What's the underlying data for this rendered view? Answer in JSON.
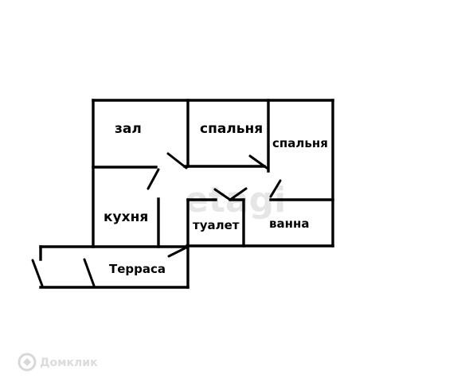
{
  "rooms": {
    "zal": "зал",
    "bedroom_1": "спальня",
    "bedroom_2": "спальня",
    "kitchen": "кухня",
    "toilet": "туалет",
    "bathroom": "ванна",
    "terrace": "Терраса"
  },
  "watermarks": {
    "center": "etagi",
    "corner": "Домклик"
  },
  "icons": {
    "corner": "domclick-logo-icon"
  }
}
